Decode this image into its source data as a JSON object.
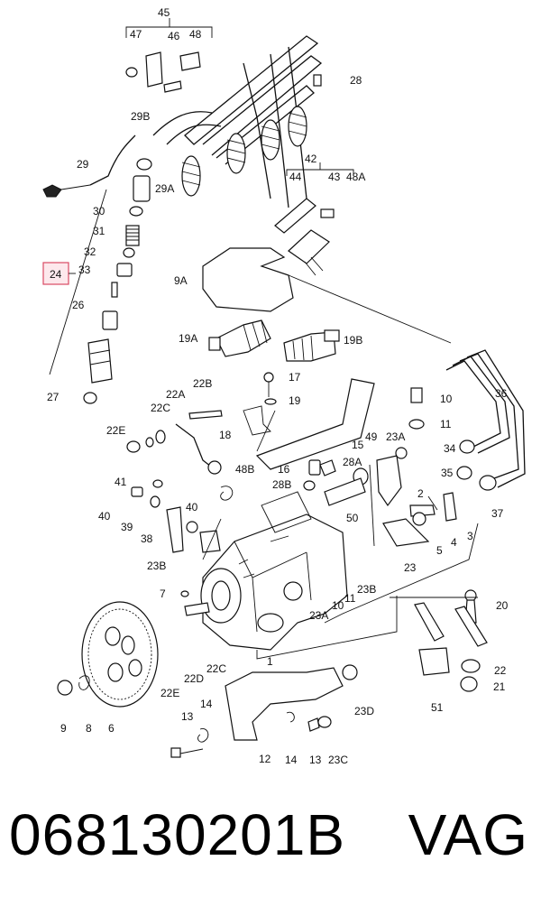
{
  "diagram": {
    "highlight_label": "24",
    "labels": [
      "45",
      "47",
      "46",
      "48",
      "28",
      "29B",
      "29",
      "29A",
      "30",
      "31",
      "32",
      "33",
      "26",
      "27",
      "44",
      "42",
      "43",
      "48A",
      "9A",
      "19A",
      "19B",
      "17",
      "19",
      "18",
      "15",
      "16",
      "28A",
      "28B",
      "22A",
      "22B",
      "22C",
      "22E",
      "41",
      "40",
      "39",
      "38",
      "23B",
      "48B",
      "40",
      "10",
      "11",
      "36",
      "34",
      "35",
      "37",
      "49",
      "23A",
      "50",
      "2",
      "4",
      "3",
      "5",
      "23",
      "7",
      "23B",
      "10",
      "11",
      "23A",
      "1",
      "20",
      "22",
      "21",
      "51",
      "22C",
      "22D",
      "22E",
      "9",
      "8",
      "6",
      "13",
      "14",
      "12",
      "14",
      "13",
      "23C",
      "23D"
    ]
  },
  "footer": {
    "part_number": "068130201B",
    "brand": "VAG"
  }
}
